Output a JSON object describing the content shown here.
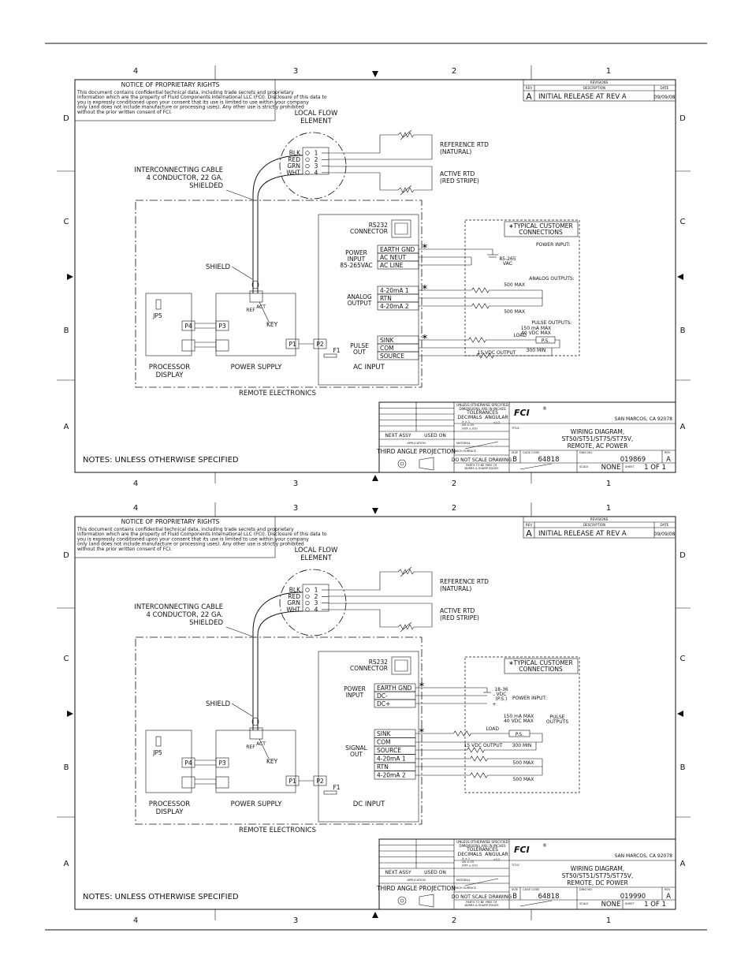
{
  "sheets": [
    {
      "notice": {
        "title": "NOTICE OF PROPRIETARY RIGHTS",
        "body": [
          "This document contains confidential technical data, including trade secrets and proprietary",
          "information which are the property of Fluid Components International LLC (FCI). Disclosure of this data to",
          "you is expressly conditioned upon your consent that its use is limited to use within your company",
          "only (and does not include manufacture or processing uses). Any other use is strictly prohibited",
          "without the prior written consent of FCI."
        ]
      },
      "revisions": {
        "header": "REVISIONS",
        "col_rev": "REV",
        "col_desc": "DESCRIPTION",
        "col_date": "DATE",
        "rev": "A",
        "description": "INITIAL RELEASE AT REV A",
        "date": "09/09/08"
      },
      "zones_x": [
        "4",
        "3",
        "2",
        "1"
      ],
      "zones_y": [
        "D",
        "C",
        "B",
        "A"
      ],
      "local_flow_element": "LOCAL FLOW\nELEMENT",
      "terminals": [
        {
          "wire": "BLK",
          "num": "1"
        },
        {
          "wire": "RED",
          "num": "2"
        },
        {
          "wire": "GRN",
          "num": "3"
        },
        {
          "wire": "WHT",
          "num": "4"
        }
      ],
      "reference_rtd": "REFERENCE RTD\n(NATURAL)",
      "active_rtd": "ACTIVE RTD\n(RED STRIPE)",
      "cable_label": "INTERCONNECTING CABLE\n4 CONDUCTOR, 22 GA.\nSHIELDED",
      "rs232": "RS232\nCONNECTOR",
      "typical_customer": "∗TYPICAL CUSTOMER\nCONNECTIONS",
      "power_input_label": "POWER\nINPUT\n85-265VAC",
      "power_terminals": [
        "EARTH GND",
        "AC NEUT",
        "AC LINE"
      ],
      "power_input_right": "POWER INPUT:",
      "power_voltage": "85-265\nVAC",
      "analog_label": "ANALOG\nOUTPUT",
      "analog_terminals": [
        "4-20mA 1",
        "RTN",
        "4-20mA 2"
      ],
      "analog_outputs": "ANALOG OUTPUTS:",
      "ohm_max": "500 MAX",
      "pulse_label": "PULSE\nOUT",
      "pulse_terminals": [
        "SINK",
        "COM",
        "SOURCE"
      ],
      "pulse_outputs": "PULSE OUTPUTS:",
      "pulse_spec": "150 mA MAX\n40 VDC MAX",
      "load": "LOAD",
      "ps": "P.S.",
      "ohm_min": "300 MIN",
      "vdc_output": "15 VDC OUTPUT",
      "shield": "SHIELD",
      "ref": "REF",
      "act": "ACT",
      "key": "KEY",
      "jp5": "JP5",
      "p1": "P1",
      "p2": "P2",
      "p3": "P3",
      "p4": "P4",
      "f1": "F1",
      "processor_display": "PROCESSOR\nDISPLAY",
      "power_supply": "POWER SUPPLY",
      "input_board": "AC INPUT",
      "remote_electronics": "REMOTE ELECTRONICS",
      "notes": "NOTES: UNLESS OTHERWISE SPECIFIED",
      "asterisk": "∗",
      "title_block": {
        "tol_lines": [
          "UNLESS OTHERWISE SPECIFIED",
          "DIMENSIONS ARE IN INCHES",
          "TOLERANCES"
        ],
        "decimals": "DECIMALS",
        "angular": "ANGULAR",
        "dec_vals": ".X   ±.1\n.XX  ±.03\n.XXX ±.010",
        "ang_val": "±1/2",
        "next_assy": "NEXT ASSY",
        "used_on": "USED ON",
        "application": "APPLICATION",
        "material": "MATERIAL",
        "third_angle": "THIRD ANGLE PROJECTION",
        "mach_surface": "MACH SURFACE",
        "dnsd": "DO NOT SCALE DRAWING",
        "parts_free": "PARTS TO BE FREE OF\nBURRS & SHARP EDGES",
        "logo": "FCI",
        "reg": "®",
        "location": "SAN MARCOS, CA 92078",
        "title_cap": "TITLE",
        "title": "WIRING DIAGRAM,\nST50/ST51/ST75/ST75V,\nREMOTE, AC POWER",
        "size_cap": "SIZE",
        "size": "B",
        "cage_cap": "CAGE CODE",
        "cage": "64818",
        "dwg_cap": "DWG NO.",
        "dwg": "019869",
        "rev_cap": "REV",
        "rev": "A",
        "scale_cap": "SCALE",
        "scale": "NONE",
        "sheet_cap": "SHEET",
        "sheet": "1 OF 1"
      }
    },
    {
      "notice": {
        "title": "NOTICE OF PROPRIETARY RIGHTS",
        "body": [
          "This document contains confidential technical data, including trade secrets and proprietary",
          "information which are the property of Fluid Components International LLC (FCI). Disclosure of this data to",
          "you is expressly conditioned upon your consent that its use is limited to use within your company",
          "only (and does not include manufacture or processing uses). Any other use is strictly prohibited",
          "without the prior written consent of FCI."
        ]
      },
      "revisions": {
        "header": "REVISIONS",
        "col_rev": "REV",
        "col_desc": "DESCRIPTION",
        "col_date": "DATE",
        "rev": "A",
        "description": "INITIAL RELEASE AT REV A",
        "date": "09/09/08"
      },
      "zones_x": [
        "4",
        "3",
        "2",
        "1"
      ],
      "zones_y": [
        "D",
        "C",
        "B",
        "A"
      ],
      "local_flow_element": "LOCAL FLOW\nELEMENT",
      "terminals": [
        {
          "wire": "BLK",
          "num": "1"
        },
        {
          "wire": "RED",
          "num": "2"
        },
        {
          "wire": "GRN",
          "num": "3"
        },
        {
          "wire": "WHT",
          "num": "4"
        }
      ],
      "reference_rtd": "REFERENCE RTD\n(NATURAL)",
      "active_rtd": "ACTIVE RTD\n(RED STRIPE)",
      "cable_label": "INTERCONNECTING CABLE\n4 CONDUCTOR, 22 GA.\nSHIELDED",
      "rs232": "RS232\nCONNECTOR",
      "typical_customer": "∗TYPICAL CUSTOMER\nCONNECTIONS",
      "power_input_label": "POWER\nINPUT",
      "power_terminals": [
        "EARTH GND",
        "DC-",
        "DC+"
      ],
      "power_input_right": "POWER INPUT:",
      "power_voltage": "18-36\nVDC\n(P.S.)",
      "signal_label": "SIGNAL\nOUT",
      "signal_terminals": [
        "SINK",
        "COM",
        "SOURCE",
        "4-20mA 1",
        "RTN",
        "4-20mA 2"
      ],
      "pulse_spec": "150 mA MAX\n40 VDC MAX",
      "pulse_outputs": "PULSE\nOUTPUTS",
      "load": "LOAD",
      "ps": "P.S.",
      "ohm_min": "300 MIN",
      "vdc_output": "15 VDC OUTPUT",
      "ohm_max": "500 MAX",
      "shield": "SHIELD",
      "ref": "REF",
      "act": "ACT",
      "key": "KEY",
      "jp5": "JP5",
      "p1": "P1",
      "p2": "P2",
      "p3": "P3",
      "p4": "P4",
      "f1": "F1",
      "processor_display": "PROCESSOR\nDISPLAY",
      "power_supply": "POWER SUPPLY",
      "input_board": "DC INPUT",
      "remote_electronics": "REMOTE ELECTRONICS",
      "notes": "NOTES: UNLESS OTHERWISE SPECIFIED",
      "asterisk": "∗",
      "title_block": {
        "tol_lines": [
          "UNLESS OTHERWISE SPECIFIED",
          "DIMENSIONS ARE IN INCHES",
          "TOLERANCES"
        ],
        "decimals": "DECIMALS",
        "angular": "ANGULAR",
        "dec_vals": ".X   ±.1\n.XX  ±.03\n.XXX ±.010",
        "ang_val": "±1/2",
        "next_assy": "NEXT ASSY",
        "used_on": "USED ON",
        "application": "APPLICATION",
        "material": "MATERIAL",
        "third_angle": "THIRD ANGLE PROJECTION",
        "mach_surface": "MACH SURFACE",
        "dnsd": "DO NOT SCALE DRAWING",
        "parts_free": "PARTS TO BE FREE OF\nBURRS & SHARP EDGES",
        "logo": "FCI",
        "reg": "®",
        "location": "SAN MARCOS, CA 92078",
        "title_cap": "TITLE",
        "title": "WIRING DIAGRAM,\nST50/ST51/ST75/ST75V,\nREMOTE, DC POWER",
        "size_cap": "SIZE",
        "size": "B",
        "cage_cap": "CAGE CODE",
        "cage": "64818",
        "dwg_cap": "DWG NO.",
        "dwg": "019990",
        "rev_cap": "REV",
        "rev": "A",
        "scale_cap": "SCALE",
        "scale": "NONE",
        "sheet_cap": "SHEET",
        "sheet": "1 OF 1"
      }
    }
  ]
}
